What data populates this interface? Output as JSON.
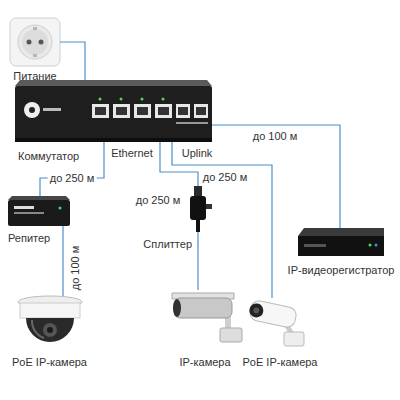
{
  "diagram": {
    "nodes": [
      {
        "text": [
          "Питание"
        ]
      },
      {
        "text": [
          "Коммутатор"
        ]
      },
      {
        "text": [
          "Репитер"
        ]
      },
      {
        "text": [
          "Сплиттер"
        ]
      },
      {
        "text": [
          "IP-видеорегистратор"
        ]
      },
      {
        "text": [
          "PoE IP-камера"
        ]
      },
      {
        "text": [
          "IP-камера"
        ]
      },
      {
        "text": [
          "PoE IP-камера"
        ]
      }
    ],
    "edges": [
      {
        "from": 0,
        "to": 1,
        "arrow": "none"
      },
      {
        "from": 1,
        "to": 2,
        "label": "до 250 м",
        "arrow": "none"
      },
      {
        "from": 1,
        "to": 3,
        "label": "до 250 м",
        "arrow": "none"
      },
      {
        "from": 1,
        "to": 7,
        "label": "до 250 м",
        "arrow": "none"
      },
      {
        "from": 1,
        "to": 4,
        "label": "до 100 м",
        "arrow": "none"
      },
      {
        "from": 2,
        "to": 5,
        "label": "до 100 м",
        "arrow": "none"
      },
      {
        "from": 3,
        "to": 6,
        "arrow": "none"
      }
    ],
    "labels": [
      "Ethernet",
      "Uplink"
    ]
  }
}
